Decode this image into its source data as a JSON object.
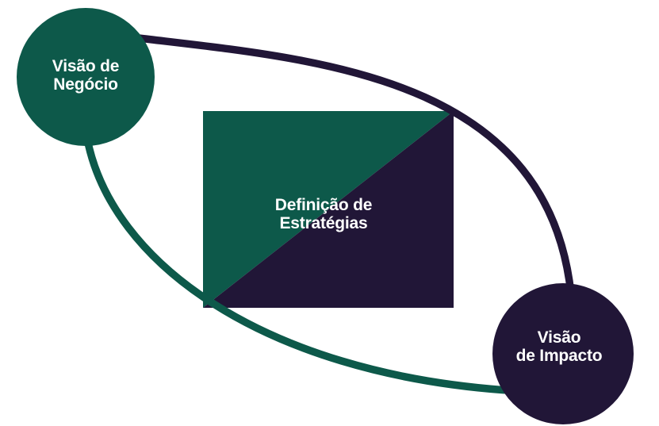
{
  "diagram": {
    "background": "#ffffff",
    "colors": {
      "teal": "#0d594a",
      "navy": "#211637",
      "label_text": "#ffffff"
    },
    "nodes": {
      "business_vision": {
        "line1": "Visão de",
        "line2": "Negócio"
      },
      "strategy": {
        "line1": "Definição de",
        "line2": "Estratégias"
      },
      "impact_vision": {
        "line1": "Visão",
        "line2": "de Impacto"
      }
    }
  }
}
